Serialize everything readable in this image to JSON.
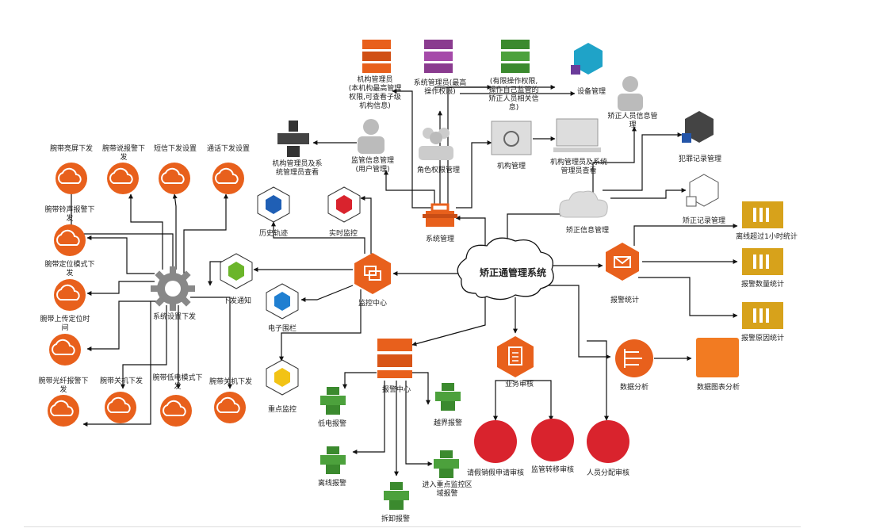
{
  "center": "矫正通管理系统",
  "modules": {
    "system_mgmt": "系统管理",
    "monitor_center": "监控中心",
    "alarm_center": "报警中心",
    "business_review": "业务审核",
    "alarm_stats": "报警统计",
    "data_analysis": "数据分析",
    "data_chart": "数据图表分析"
  },
  "system_mgmt": {
    "institution_admin": "机构管理员\n(本机构最高管理\n权限,可查看子级\n机构信息)",
    "system_admin": "系统管理员(最高\n操作权限)",
    "limited_ops": "(有限操作权限,\n操作自己监管的\n矫正人员相关信\n息)",
    "device_mgmt": "设备管理",
    "supervisor_mgmt": "监管信息管理\n(用户管理)",
    "role_mgmt": "角色权限管理",
    "institution_mgmt": "机构管理",
    "inst_admin_view": "机构管理员及系\n统管理员查看",
    "inst_admin_inst": "机构管理员及系统\n管理员查看",
    "corrector_info": "矫正人员信息管\n理",
    "offender_record": "犯罪记录管理",
    "correction_info": "矫正信息管理",
    "correction_record": "矫正记录管理"
  },
  "stats": {
    "offline_1h": "离线超过1小时统计",
    "alarm_count": "报警数量统计",
    "alarm_reason": "报警原因统计"
  },
  "monitor": {
    "history": "历史轨迹",
    "realtime": "实时监控",
    "issue": "下发通知",
    "fence": "电子围栏",
    "key_monitor": "重点监控",
    "settings_issue": "系统设置下发"
  },
  "settings": {
    "bright": "腕带亮屏下发",
    "alarm_on": "腕带说报警下\n发",
    "sms": "短信下发设置",
    "call": "通话下发设置",
    "ring": "腕带铃声报警下\n发",
    "locate_mode": "腕带定位模式下\n发",
    "upload_time": "腕带上传定位时\n间",
    "optical": "腕带光纤报警下\n发",
    "shutdown": "腕带关机下发",
    "low_power": "腕带低电模式下\n发",
    "poweroff": "腕带关机下发"
  },
  "alarms": {
    "low_battery": "低电报警",
    "boundary": "越界报警",
    "offline": "离线报警",
    "enter_key": "进入重点监控区\n域报警",
    "tamper": "拆卸报警"
  },
  "reviews": {
    "leave": "请假销假申请审核",
    "transfer": "监管转移审核",
    "assign": "人员分配审核"
  }
}
